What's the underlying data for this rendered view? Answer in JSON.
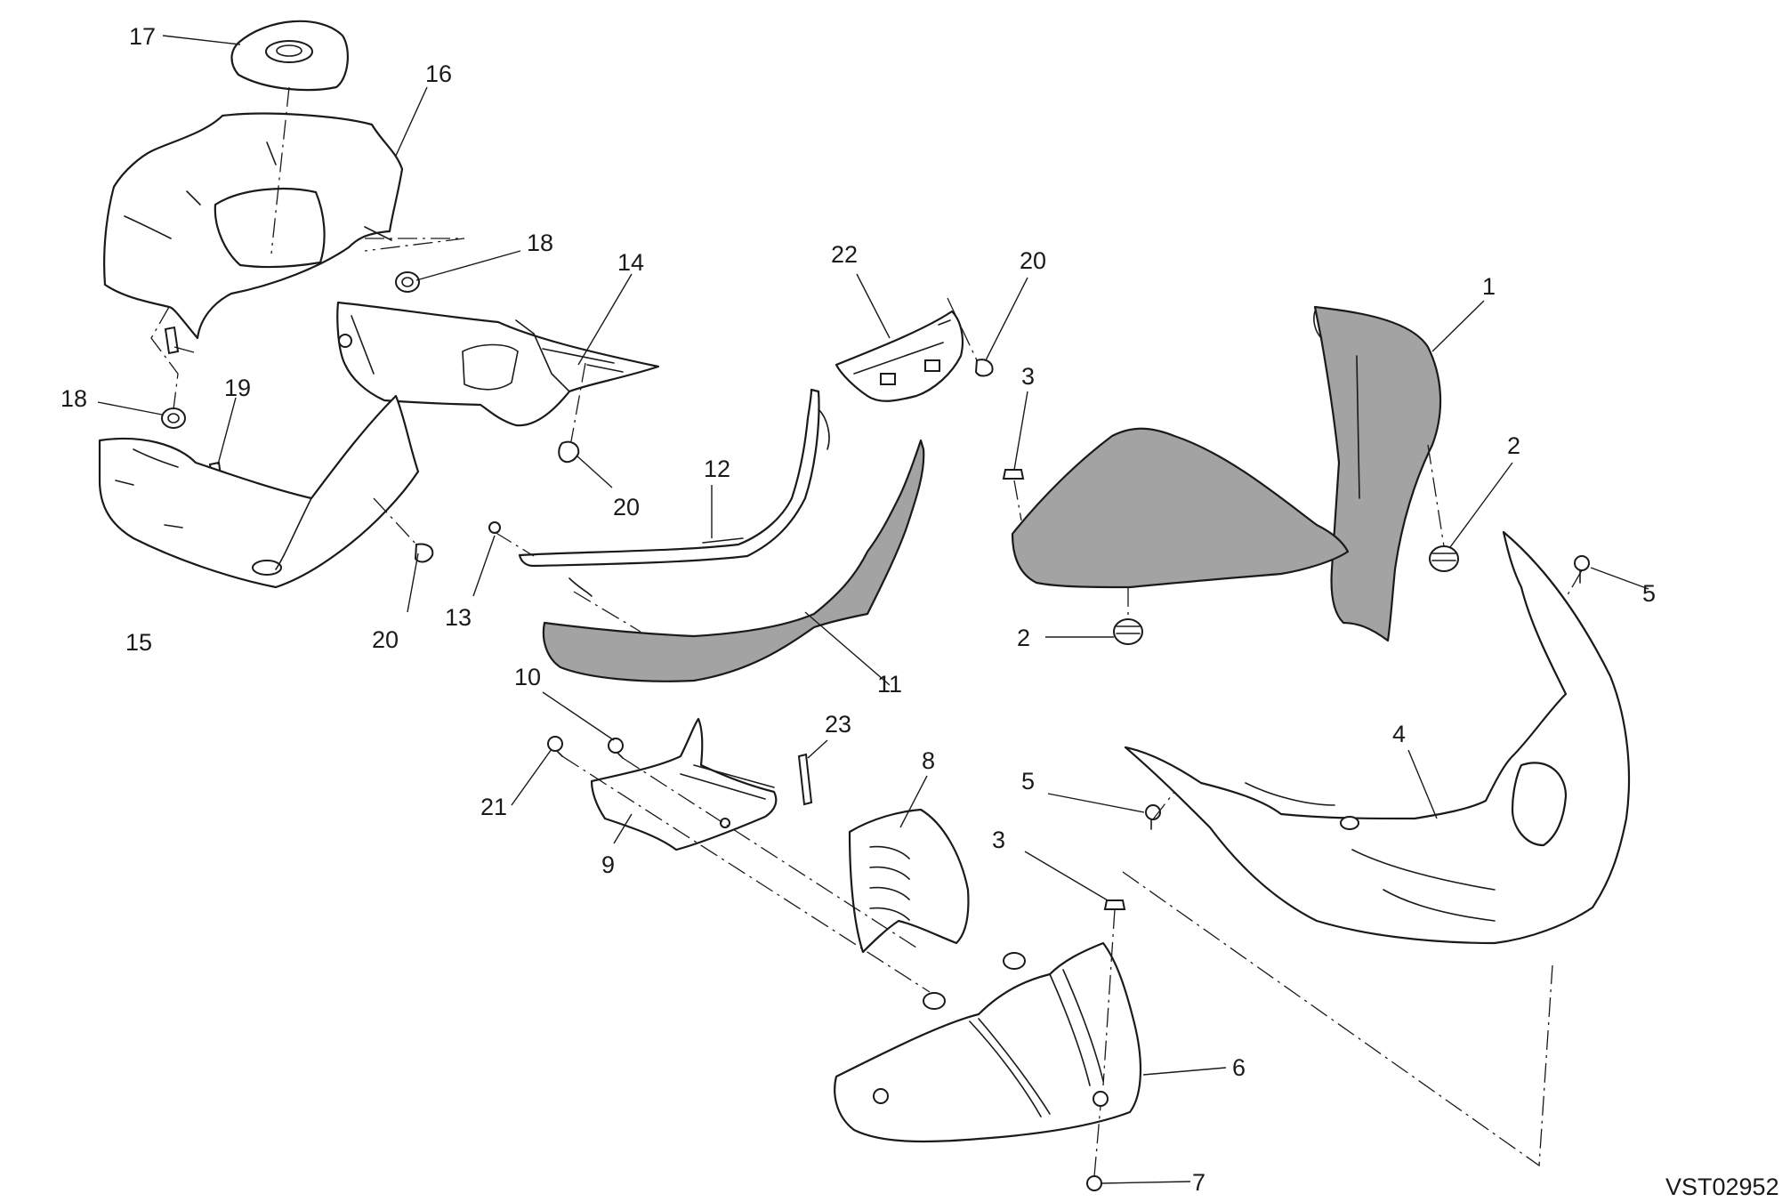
{
  "diagram": {
    "drawing_code": "VST02952",
    "colors": {
      "line": "#1a1a1a",
      "highlight_fill": "#a3a3a4",
      "background": "#ffffff"
    },
    "callouts": [
      {
        "id": "c1",
        "label": "1"
      },
      {
        "id": "c2a",
        "label": "2"
      },
      {
        "id": "c2b",
        "label": "2"
      },
      {
        "id": "c3a",
        "label": "3"
      },
      {
        "id": "c3b",
        "label": "3"
      },
      {
        "id": "c4",
        "label": "4"
      },
      {
        "id": "c5a",
        "label": "5"
      },
      {
        "id": "c5b",
        "label": "5"
      },
      {
        "id": "c6",
        "label": "6"
      },
      {
        "id": "c7",
        "label": "7"
      },
      {
        "id": "c8",
        "label": "8"
      },
      {
        "id": "c9",
        "label": "9"
      },
      {
        "id": "c10",
        "label": "10"
      },
      {
        "id": "c11",
        "label": "11"
      },
      {
        "id": "c12",
        "label": "12"
      },
      {
        "id": "c13",
        "label": "13"
      },
      {
        "id": "c14",
        "label": "14"
      },
      {
        "id": "c15",
        "label": "15"
      },
      {
        "id": "c16",
        "label": "16"
      },
      {
        "id": "c17",
        "label": "17"
      },
      {
        "id": "c18a",
        "label": "18"
      },
      {
        "id": "c18b",
        "label": "18"
      },
      {
        "id": "c19",
        "label": "19"
      },
      {
        "id": "c20a",
        "label": "20"
      },
      {
        "id": "c20b",
        "label": "20"
      },
      {
        "id": "c20c",
        "label": "20"
      },
      {
        "id": "c21",
        "label": "21"
      },
      {
        "id": "c22",
        "label": "22"
      },
      {
        "id": "c23",
        "label": "23"
      }
    ]
  }
}
